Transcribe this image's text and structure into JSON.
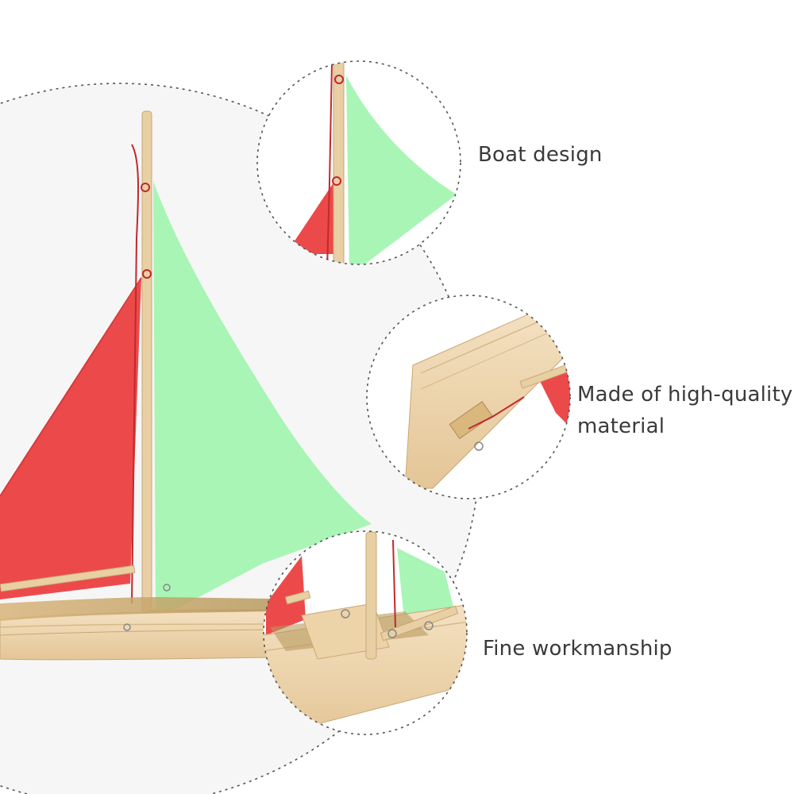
{
  "features": [
    {
      "id": "boat-design",
      "lines": [
        "Boat design"
      ]
    },
    {
      "id": "material",
      "lines": [
        "Made of high-quality",
        "material"
      ]
    },
    {
      "id": "workmanship",
      "lines": [
        "Fine workmanship"
      ]
    }
  ],
  "colors": {
    "sail_red": "#ec4a4a",
    "sail_green": "#a8f5b6",
    "wood_light": "#f2dcb8",
    "wood_dark": "#e2c08f",
    "rope": "#c2282c",
    "background_circle": "#f6f6f6",
    "dashed_border": "#555555"
  },
  "product": "wooden sailboat toy with red and green sails"
}
